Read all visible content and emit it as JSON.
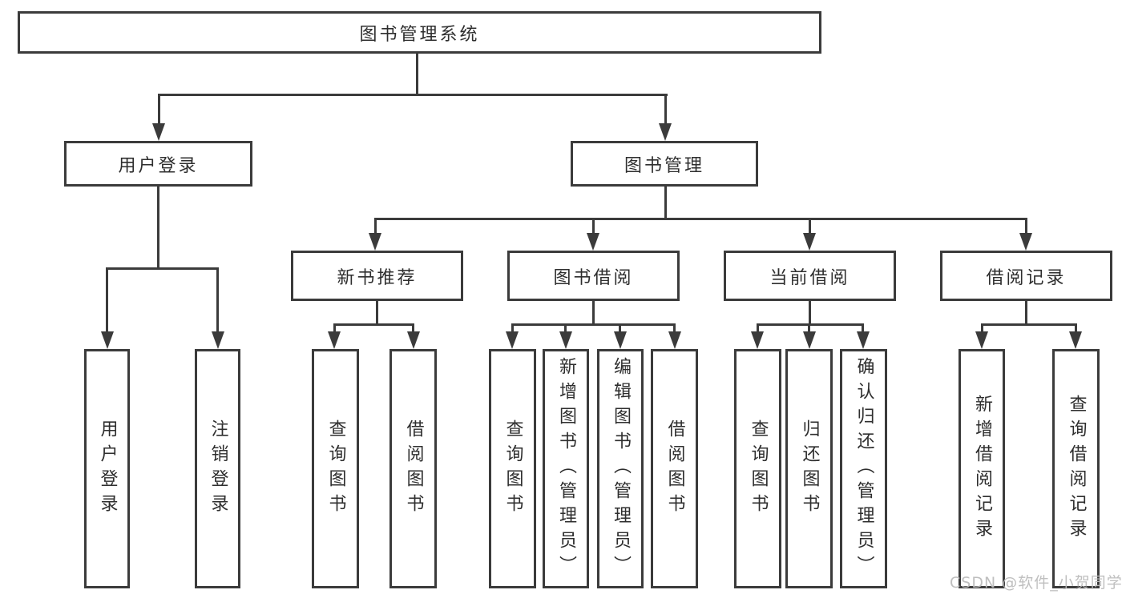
{
  "diagram": {
    "root": {
      "label": "图书管理系统"
    },
    "level2": [
      {
        "label": "用户登录"
      },
      {
        "label": "图书管理"
      }
    ],
    "level3": [
      {
        "label": "新书推荐"
      },
      {
        "label": "图书借阅"
      },
      {
        "label": "当前借阅"
      },
      {
        "label": "借阅记录"
      }
    ],
    "leaves": {
      "user_login": [
        "用户登录",
        "注销登录"
      ],
      "new_books": [
        "查询图书",
        "借阅图书"
      ],
      "book_borrowing": [
        "查询图书",
        "新增图书（管理员）",
        "编辑图书（管理员）",
        "借阅图书"
      ],
      "current_borrowing": [
        "查询图书",
        "归还图书",
        "确认归还（管理员）"
      ],
      "borrowing_records": [
        "新增借阅记录",
        "查询借阅记录"
      ]
    },
    "colors": {
      "line": "#3b3b3b",
      "text": "#2e2e2e",
      "watermark": "#bcbcbc",
      "background": "#ffffff"
    }
  },
  "watermark": {
    "text": "CSDN @软件_小贺同学"
  }
}
